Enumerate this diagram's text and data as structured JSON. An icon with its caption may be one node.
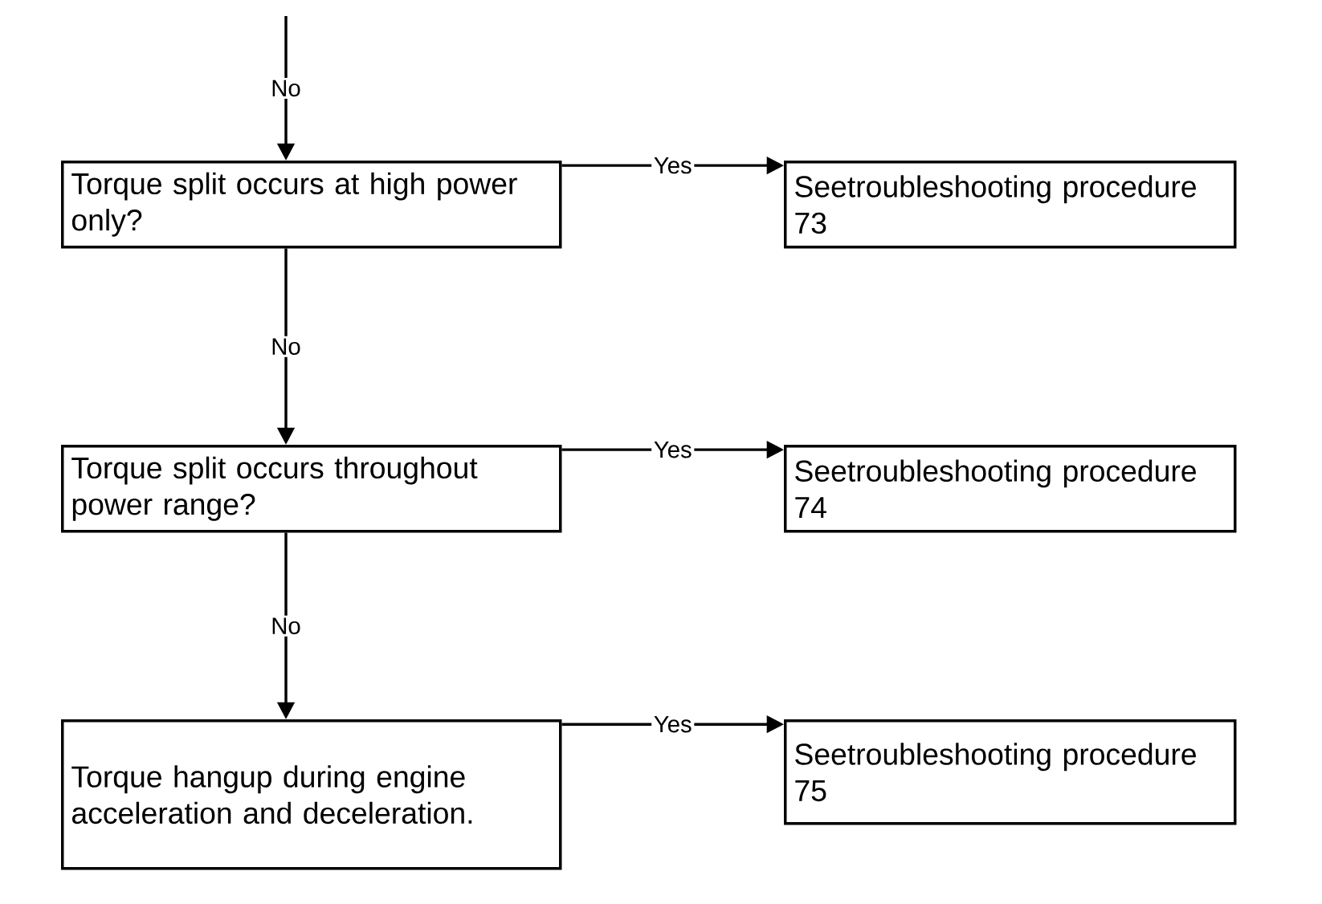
{
  "diagram": {
    "nodes": [
      {
        "text": [
          "Torque split occurs at high power only?"
        ]
      },
      {
        "text": [
          "Seetroubleshooting procedure 73"
        ]
      },
      {
        "text": [
          "Torque split occurs throughout power range?"
        ]
      },
      {
        "text": [
          "Seetroubleshooting procedure 74"
        ]
      },
      {
        "text": [
          "Torque hangup during engine acceleration and deceleration."
        ]
      },
      {
        "text": [
          "Seetroubleshooting procedure 75"
        ]
      }
    ],
    "edges": [
      {
        "from": null,
        "to": 0,
        "arrow": "to",
        "label": "No"
      },
      {
        "from": 0,
        "to": 1,
        "arrow": "to",
        "label": "Yes"
      },
      {
        "from": 0,
        "to": 2,
        "arrow": "to",
        "label": "No"
      },
      {
        "from": 2,
        "to": 3,
        "arrow": "to",
        "label": "Yes"
      },
      {
        "from": 2,
        "to": 4,
        "arrow": "to",
        "label": "No"
      },
      {
        "from": 4,
        "to": 5,
        "arrow": "to",
        "label": "Yes"
      }
    ]
  }
}
